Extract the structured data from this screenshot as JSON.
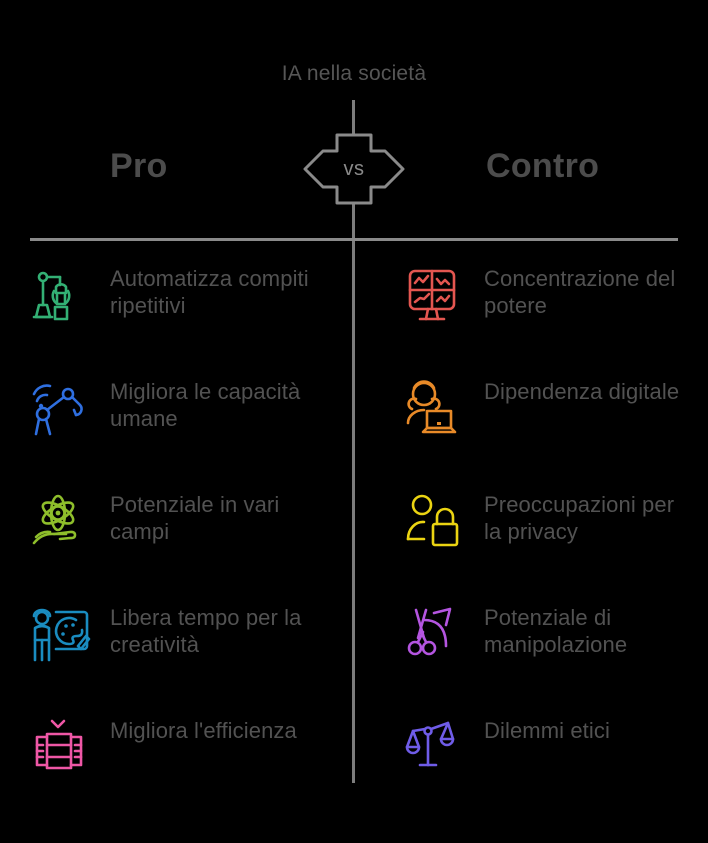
{
  "title": "IA nella società",
  "vs_badge": {
    "label": "vs",
    "icon": "double-arrow-hexagon-icon",
    "color": "#8a8a8a"
  },
  "columns": {
    "pro": {
      "heading": "Pro",
      "items": [
        {
          "label": "Automatizza compiti ripetitivi",
          "icon": "robotic-arm-icon",
          "color": "#33b074"
        },
        {
          "label": "Migliora le capacità umane",
          "icon": "connected-robot-arm-icon",
          "color": "#2f6fe0"
        },
        {
          "label": "Potenziale in vari campi",
          "icon": "atom-in-hand-icon",
          "color": "#8ebe2b"
        },
        {
          "label": "Libera tempo per la creatività",
          "icon": "artist-palette-icon",
          "color": "#1a8cc0"
        },
        {
          "label": "Migliora l'efficienza",
          "icon": "server-checkmark-icon",
          "color": "#ef57a6"
        }
      ]
    },
    "contro": {
      "heading": "Contro",
      "items": [
        {
          "label": "Concentrazione del potere",
          "icon": "monitor-charts-icon",
          "color": "#e45650"
        },
        {
          "label": "Dipendenza digitale",
          "icon": "person-laptop-icon",
          "color": "#e88a28"
        },
        {
          "label": "Preoccupazioni per la privacy",
          "icon": "person-padlock-icon",
          "color": "#ebd412"
        },
        {
          "label": "Potenziale di manipolazione",
          "icon": "scissors-arrow-icon",
          "color": "#b455e0"
        },
        {
          "label": "Dilemmi etici",
          "icon": "scales-justice-icon",
          "color": "#6f5ce8"
        }
      ]
    }
  },
  "theme": {
    "background": "#000000",
    "text_color": "#525252",
    "heading_color": "#4c4c4c",
    "divider_color": "#8a8a8a"
  }
}
